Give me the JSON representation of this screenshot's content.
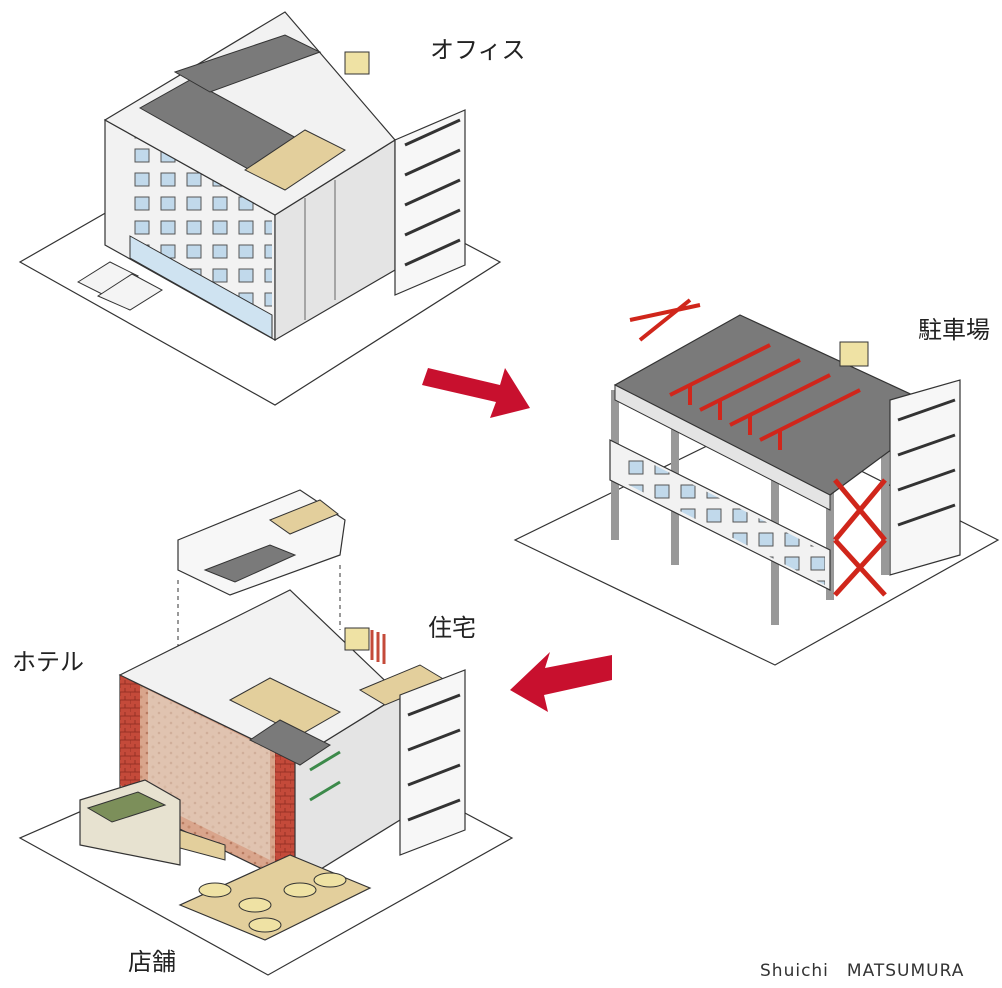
{
  "labels": {
    "office": "オフィス",
    "parking": "駐車場",
    "hotel": "ホテル",
    "housing": "住宅",
    "retail": "店舗"
  },
  "credit": "Shuichi　MATSUMURA",
  "colors": {
    "slab": "#7a7a7a",
    "wall": "#f2f2f2",
    "window": "#bcd6ea",
    "edge": "#333333",
    "arrow": "#c8102e",
    "brick": "#c44a3a",
    "wood": "#e3cf9c"
  }
}
